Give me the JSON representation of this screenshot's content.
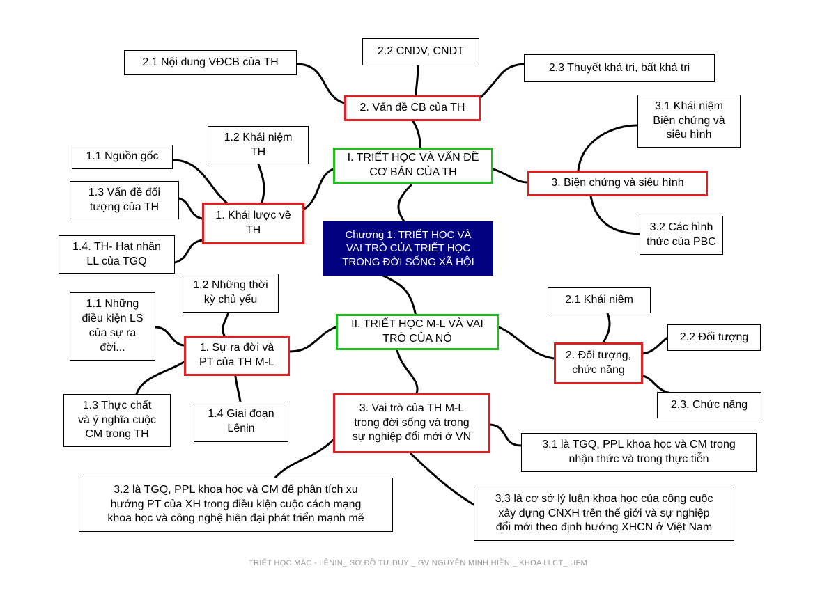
{
  "colors": {
    "root_fill": "#000080",
    "main_border": "#22bb22",
    "sub_border": "#e02020",
    "leaf_border": "#000000"
  },
  "root": {
    "label": "Chương 1: TRIẾT HỌC VÀ\nVAI TRÒ CỦA TRIẾT HỌC\nTRONG ĐỜI SỐNG XÃ HỘI"
  },
  "main": [
    {
      "label": "I. TRIẾT HỌC VÀ VẤN ĐỀ\nCƠ BẢN CỦA TH"
    },
    {
      "label": "II. TRIẾT HỌC M-L VÀ VAI\nTRÒ CỦA NÓ"
    }
  ],
  "sub": [
    {
      "label": "1. Khái lược về\nTH"
    },
    {
      "label": "2. Vấn đề CB của TH"
    },
    {
      "label": "3. Biện chứng và siêu hình"
    },
    {
      "label": "1. Sự ra đời và\nPT của TH M-L"
    },
    {
      "label": "2. Đối tượng,\nchức năng"
    },
    {
      "label": "3. Vai trò của TH M-L\ntrong đời sống và trong\nsự nghiệp đổi mới ở VN"
    }
  ],
  "leaves": [
    {
      "label": "1.1 Nguồn gốc"
    },
    {
      "label": "1.2 Khái niệm\nTH"
    },
    {
      "label": "1.3 Vấn đề đối\ntượng của TH"
    },
    {
      "label": "1.4. TH- Hạt nhân\nLL của TGQ"
    },
    {
      "label": "2.1 Nội dung VĐCB của TH"
    },
    {
      "label": "2.2 CNDV, CNDT"
    },
    {
      "label": "2.3 Thuyết khả tri, bất khả tri"
    },
    {
      "label": "3.1 Khái niệm\nBiện chứng và\nsiêu hình"
    },
    {
      "label": "3.2 Các hình\nthức của PBC"
    },
    {
      "label": "1.1 Những\nđiều kiện LS\ncủa sự ra\nđời..."
    },
    {
      "label": "1.2 Những thời\nkỳ chủ yếu"
    },
    {
      "label": "1.3 Thực chất\nvà ý nghĩa cuộc\nCM trong TH"
    },
    {
      "label": "1.4 Giai đoạn\nLênin"
    },
    {
      "label": "2.1 Khái niệm"
    },
    {
      "label": "2.2 Đối tượng"
    },
    {
      "label": "2.3. Chức năng"
    },
    {
      "label": "3.1 là TGQ, PPL khoa học và CM trong\nnhận thức và trong thực tiễn"
    },
    {
      "label": "3.2 là TGQ, PPL khoa học và CM để phân tích xu\nhướng PT của XH trong điều kiện cuộc cách mạng\nkhoa học và công nghệ hiện đại phát triển mạnh mẽ"
    },
    {
      "label": "3.3 là cơ sở lý luận khoa học của công cuộc\nxây dựng CNXH trên thế giới và sự nghiệp\nđổi mới theo định hướng XHCN ở Việt Nam"
    }
  ],
  "footer": "TRIẾT HỌC MÁC - LÊNIN_ SƠ ĐỒ TƯ DUY _ GV NGUYỄN MINH HIỀN _ KHOA LLCT_ UFM"
}
